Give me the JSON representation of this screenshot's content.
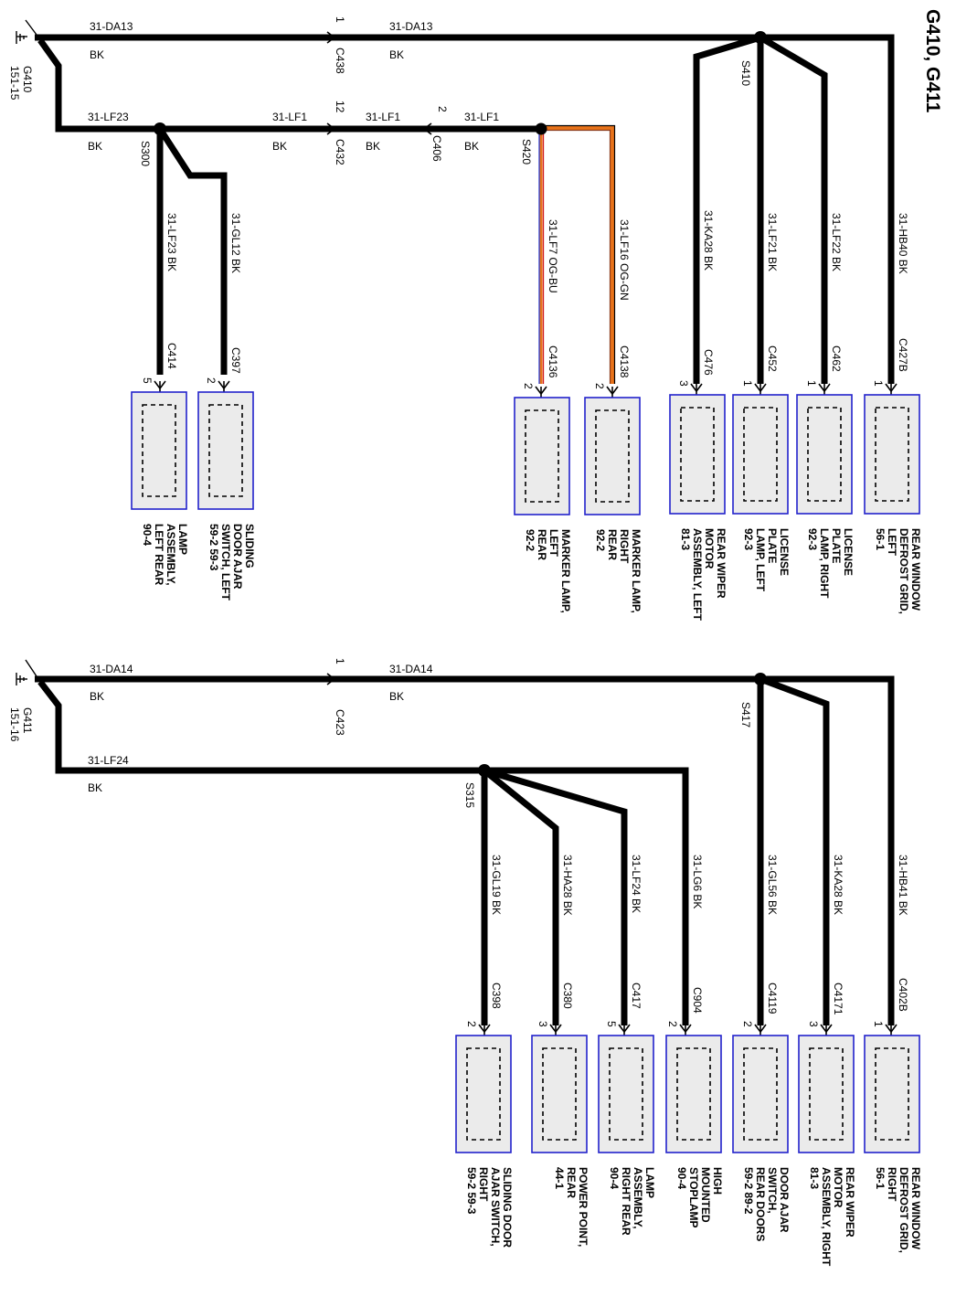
{
  "title": "G410, G411",
  "top": {
    "ground": {
      "id": "G410",
      "ref": "151-15"
    },
    "main_wire": {
      "circuit": "31-DA13",
      "color": "BK"
    },
    "connector_main": {
      "id": "C438",
      "pin": "1"
    },
    "splice_main": "S410",
    "branch_wire": {
      "circuit": "31-LF23",
      "color": "BK"
    },
    "splice_branch": "S300",
    "lf1_segments": [
      {
        "circuit": "31-LF1",
        "color": "BK"
      },
      {
        "circuit": "31-LF1",
        "color": "BK"
      },
      {
        "circuit": "31-LF1",
        "color": "BK"
      }
    ],
    "inline_connectors": [
      {
        "id": "C432",
        "pin": "12"
      },
      {
        "id": "C406",
        "pin": "2"
      }
    ],
    "splice_lf1": "S420",
    "components": [
      {
        "wire": "31-LF23  BK",
        "connector": "C414",
        "pin": "5",
        "label": [
          "LAMP",
          "ASSEMBLY,",
          "LEFT REAR",
          "90-4"
        ]
      },
      {
        "wire": "31-GL12  BK",
        "connector": "C397",
        "pin": "2",
        "label": [
          "SLIDING",
          "DOOR AJAR",
          "SWITCH, LEFT",
          "59-2   59-3"
        ]
      },
      {
        "wire": "31-LF7   OG-BU",
        "connector": "C4136",
        "pin": "2",
        "label": [
          "MARKER LAMP,",
          "LEFT",
          "REAR",
          "92-2"
        ]
      },
      {
        "wire": "31-LF16  OG-GN",
        "connector": "C4138",
        "pin": "2",
        "label": [
          "MARKER LAMP,",
          "RIGHT",
          "REAR",
          "92-2"
        ]
      },
      {
        "wire": "31-KA28  BK",
        "connector": "C476",
        "pin": "3",
        "label": [
          "REAR WIPER",
          "MOTOR",
          "ASSEMBLY, LEFT",
          "81-3"
        ]
      },
      {
        "wire": "31-LF21  BK",
        "connector": "C452",
        "pin": "1",
        "label": [
          "LICENSE",
          "PLATE",
          "LAMP, LEFT",
          "92-3"
        ]
      },
      {
        "wire": "31-LF22  BK",
        "connector": "C462",
        "pin": "1",
        "label": [
          "LICENSE",
          "PLATE",
          "LAMP, RIGHT",
          "92-3"
        ]
      },
      {
        "wire": "31-HB40  BK",
        "connector": "C427B",
        "pin": "1",
        "label": [
          "REAR WINDOW",
          "DEFROST GRID,",
          "LEFT",
          "56-1"
        ]
      }
    ]
  },
  "bottom": {
    "ground": {
      "id": "G411",
      "ref": "151-16"
    },
    "main_wire": {
      "circuit": "31-DA14",
      "color": "BK"
    },
    "connector_main": {
      "id": "C423",
      "pin": "1"
    },
    "splice_main": "S417",
    "branch_wire": {
      "circuit": "31-LF24",
      "color": "BK"
    },
    "splice_branch": "S315",
    "components": [
      {
        "wire": "31-GL19  BK",
        "connector": "C398",
        "pin": "2",
        "label": [
          "SLIDING DOOR",
          "AJAR SWITCH,",
          "RIGHT",
          "59-2   59-3"
        ]
      },
      {
        "wire": "31-HA28  BK",
        "connector": "C380",
        "pin": "3",
        "label": [
          "POWER POINT,",
          "REAR",
          "44-1"
        ]
      },
      {
        "wire": "31-LF24  BK",
        "connector": "C417",
        "pin": "5",
        "label": [
          "LAMP",
          "ASSEMBLY,",
          "RIGHT REAR",
          "90-4"
        ]
      },
      {
        "wire": "31-LG6   BK",
        "connector": "C904",
        "pin": "2",
        "label": [
          "HIGH",
          "MOUNTED",
          "STOPLAMP",
          "90-4"
        ]
      },
      {
        "wire": "31-GL56  BK",
        "connector": "C4119",
        "pin": "2",
        "label": [
          "DOOR AJAR",
          "SWITCH,",
          "REAR DOORS",
          "59-2   89-2"
        ]
      },
      {
        "wire": "31-KA28  BK",
        "connector": "C4171",
        "pin": "3",
        "label": [
          "REAR WIPER",
          "MOTOR",
          "ASSEMBLY, RIGHT",
          "81-3"
        ]
      },
      {
        "wire": "31-HB41  BK",
        "connector": "C402B",
        "pin": "1",
        "label": [
          "REAR WINDOW",
          "DEFROST GRID,",
          "RIGHT",
          "56-1"
        ]
      }
    ]
  },
  "colors": {
    "wire": "#000000",
    "box_border": "#2222cc",
    "box_fill": "#ebebeb",
    "wire_og": "#e8731a",
    "wire_bu": "#2a3fd6",
    "wire_gn": "#2e9e3a"
  }
}
